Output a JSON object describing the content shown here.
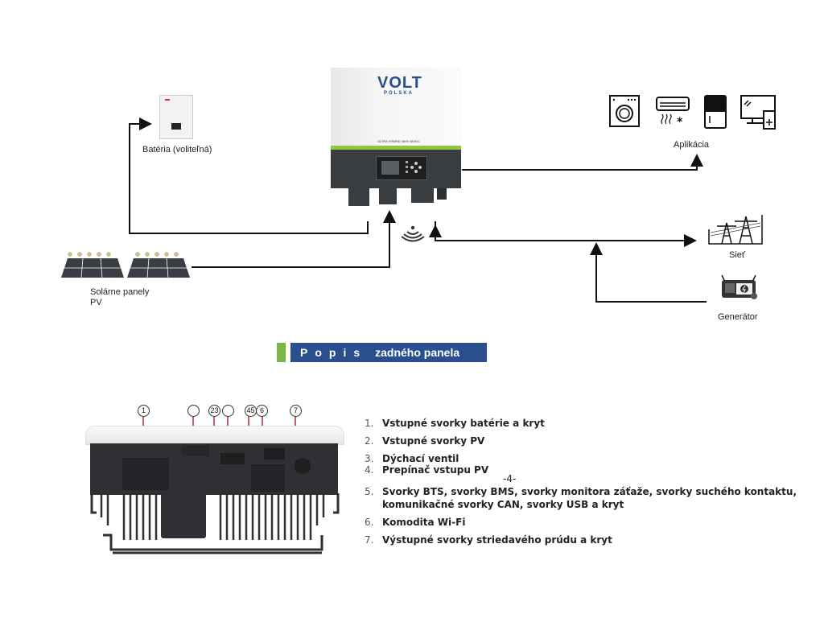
{
  "system_diagram": {
    "inverter": {
      "brand": "VOLT",
      "brand_sub": "POLSKA",
      "model": "ULTRA HYBRID 3600 48VDC",
      "accent_color": "#8dc63f",
      "panel_color": "#3a3d40"
    },
    "battery_label": "Batéria (voliteľná)",
    "pv_label_line1": "Solárne panely",
    "pv_label_line2": "PV",
    "appliances_label": "Aplikácia",
    "grid_label": "Sieť",
    "generator_label": "Generátor",
    "icons": [
      "battery-icon",
      "solar-panel-icon",
      "washing-machine-icon",
      "air-conditioner-icon",
      "fridge-icon",
      "tv-icon",
      "grid-tower-icon",
      "generator-icon",
      "wifi-icon"
    ]
  },
  "section": {
    "title_spaced": "Popis",
    "title_rest": "zadného panela",
    "bar_color": "#7ab648",
    "box_color": "#2a4f8f"
  },
  "rear_panel": {
    "callouts": [
      "1",
      "",
      "23",
      "",
      "45",
      "6",
      "7"
    ],
    "line_color": "#b03030"
  },
  "description": {
    "items": [
      {
        "num": "1.",
        "text": "Vstupné svorky batérie a kryt"
      },
      {
        "num": "2.",
        "text": "Vstupné svorky PV"
      },
      {
        "num": "3.",
        "text": "Dýchací ventil"
      },
      {
        "num": "4.",
        "text": "Prepínač vstupu PV"
      },
      {
        "num": "5.",
        "text": "Svorky BTS, svorky BMS, svorky monitora záťaže, svorky suchého kontaktu,",
        "text2": "komunikačné svorky CAN, svorky USB a kryt"
      },
      {
        "num": "6.",
        "text": "Komodita Wi-Fi"
      },
      {
        "num": "7.",
        "text": "Výstupné svorky striedavého prúdu a kryt"
      }
    ],
    "page_number": "-4-"
  }
}
